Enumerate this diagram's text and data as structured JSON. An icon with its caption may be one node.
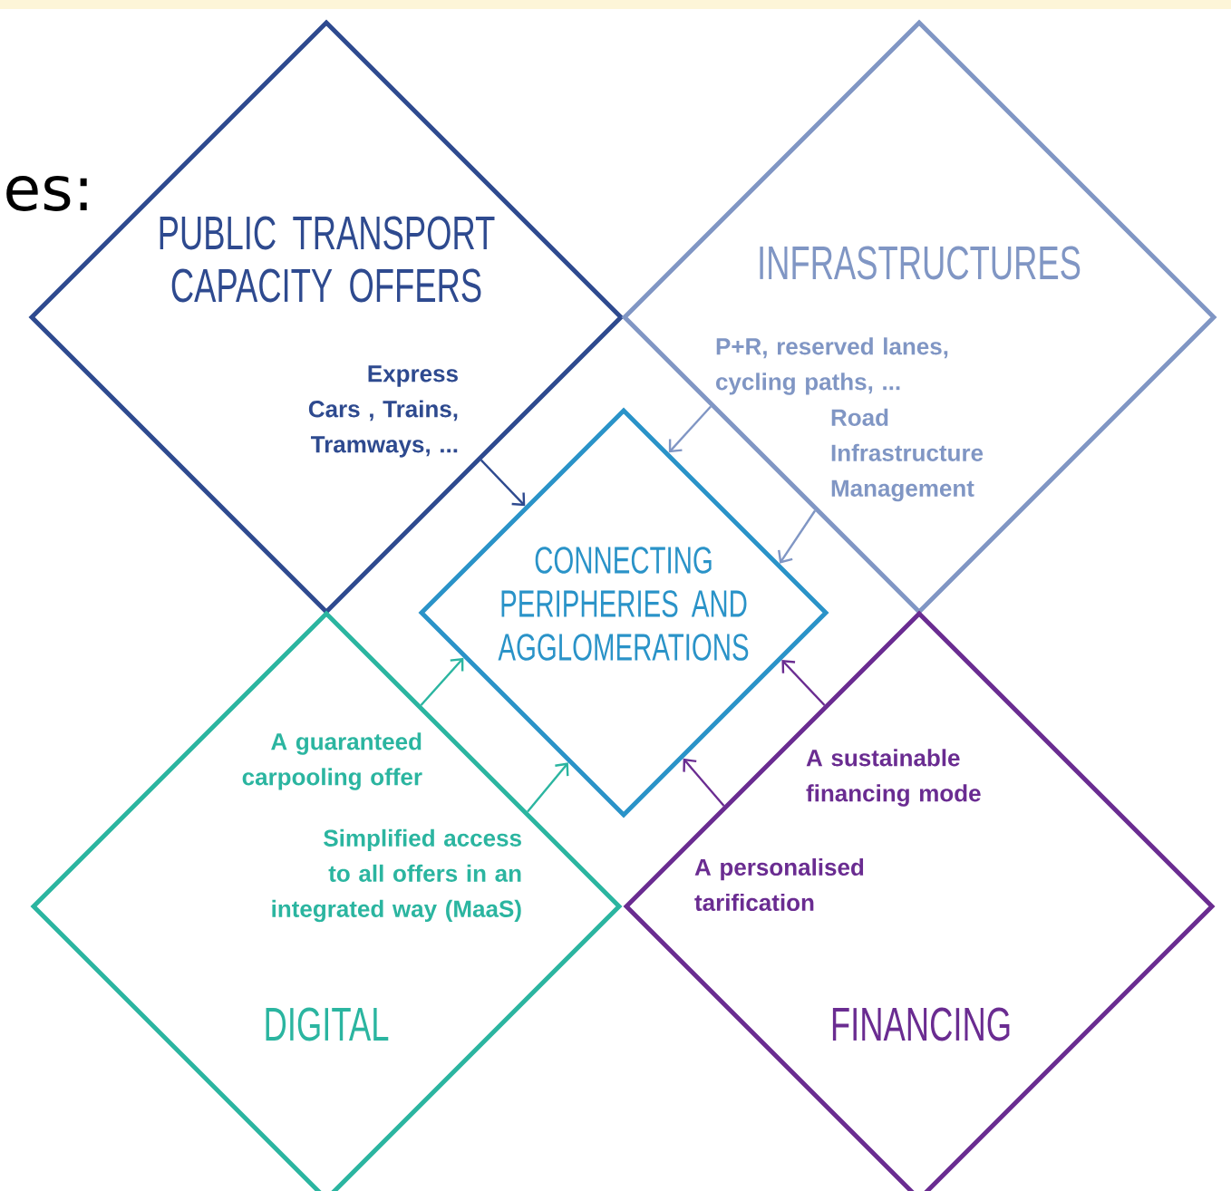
{
  "diagram": {
    "nodes": [
      {
        "text": [
          "PUBLIC TRANSPORT CAPACITY OFFERS",
          "Express Cars , Trains, Tramways, ..."
        ]
      },
      {
        "text": [
          "INFRASTRUCTURES",
          "P+R, reserved lanes, cycling paths, ...",
          "Road Infrastructure Management"
        ]
      },
      {
        "text": [
          "CONNECTING PERIPHERIES AND AGGLOMERATIONS"
        ]
      },
      {
        "text": [
          "A guaranteed carpooling offer",
          "Simplified access to all offers in an integrated way (MaaS)",
          "DIGITAL"
        ]
      },
      {
        "text": [
          "A sustainable financing mode",
          "A personalised tarification",
          "FINANCING"
        ]
      }
    ],
    "edges": [
      {
        "from": 0,
        "to": 2,
        "arrow": "to",
        "color": "#2e4a8f"
      },
      {
        "from": 1,
        "to": 2,
        "arrow": "to",
        "color": "#8096c4"
      },
      {
        "from": 1,
        "to": 2,
        "arrow": "to",
        "color": "#8096c4"
      },
      {
        "from": 3,
        "to": 2,
        "arrow": "to",
        "color": "#2bb5a0"
      },
      {
        "from": 3,
        "to": 2,
        "arrow": "to",
        "color": "#2bb5a0"
      },
      {
        "from": 4,
        "to": 2,
        "arrow": "to",
        "color": "#6a2c91"
      },
      {
        "from": 4,
        "to": 2,
        "arrow": "to",
        "color": "#6a2c91"
      }
    ],
    "labels": [
      "es:"
    ]
  }
}
